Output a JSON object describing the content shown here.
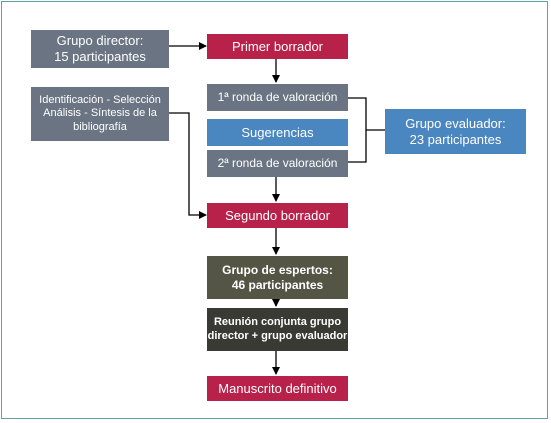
{
  "colors": {
    "grey": "#6a7483",
    "red": "#b7214a",
    "blue": "#4a86c0",
    "olive": "#555546",
    "dark": "#3a3a34",
    "border": "#5aa5a1",
    "line": "#000000"
  },
  "nodes": {
    "grupo_director": [
      "Grupo director:",
      "15 participantes"
    ],
    "identificacion": [
      "Identificación - Selección",
      "Análisis - Síntesis de la",
      "bibliografía"
    ],
    "primer_borrador": "Primer borrador",
    "ronda1": "1ª ronda de valoración",
    "sugerencias": "Sugerencias",
    "ronda2": "2ª ronda de valoración",
    "grupo_evaluador": [
      "Grupo evaluador:",
      "23 participantes"
    ],
    "segundo_borrador": "Segundo borrador",
    "grupo_expertos": [
      "Grupo de espertos:",
      "46 participantes"
    ],
    "reunion": [
      "Reunión conjunta grupo",
      "director + grupo evaluador"
    ],
    "manuscrito": "Manuscrito definitivo"
  }
}
